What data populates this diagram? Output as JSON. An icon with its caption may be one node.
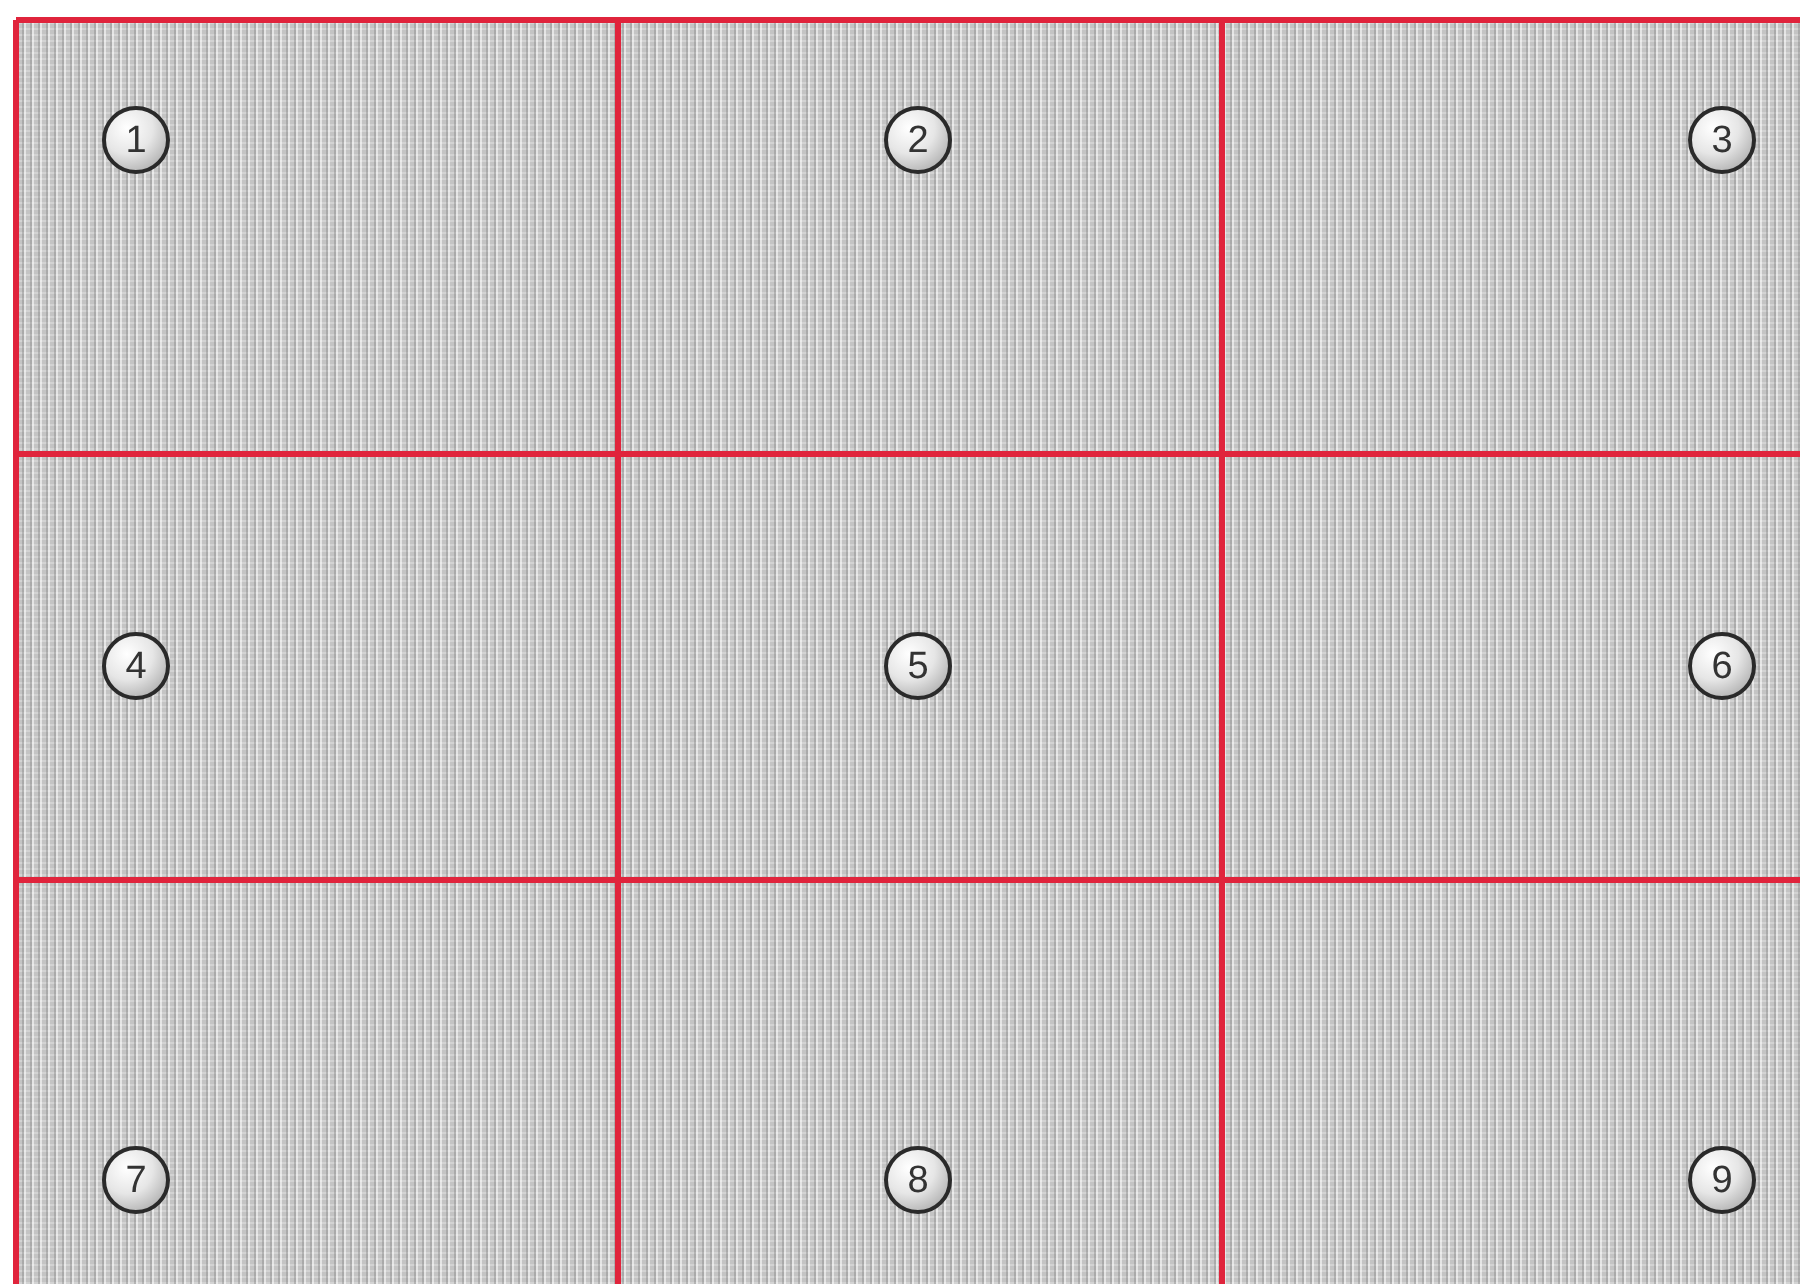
{
  "diagram": {
    "nodes": [
      {
        "text": [
          "1"
        ]
      },
      {
        "text": [
          "2"
        ]
      },
      {
        "text": [
          "3"
        ]
      },
      {
        "text": [
          "4"
        ]
      },
      {
        "text": [
          "5"
        ]
      },
      {
        "text": [
          "6"
        ]
      },
      {
        "text": [
          "7"
        ]
      },
      {
        "text": [
          "8"
        ]
      },
      {
        "text": [
          "9"
        ]
      }
    ]
  }
}
